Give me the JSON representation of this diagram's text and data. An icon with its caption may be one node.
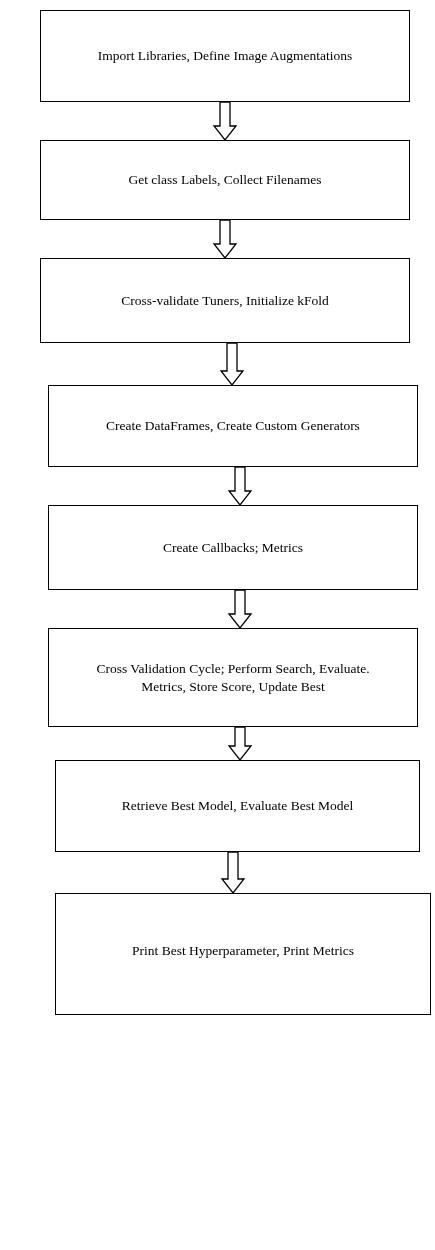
{
  "diagram": {
    "nodes": [
      {
        "text": [
          "Import Libraries, Define Image Augmentations"
        ]
      },
      {
        "text": [
          "Get class Labels, Collect Filenames"
        ]
      },
      {
        "text": [
          "Cross-validate Tuners, Initialize kFold"
        ]
      },
      {
        "text": [
          "Create DataFrames, Create Custom Generators"
        ]
      },
      {
        "text": [
          "Create Callbacks; Metrics"
        ]
      },
      {
        "text": [
          "Cross Validation Cycle; Perform Search, Evaluate. Metrics, Store Score, Update Best"
        ]
      },
      {
        "text": [
          "Retrieve Best Model, Evaluate Best Model"
        ]
      },
      {
        "text": [
          "Print Best Hyperparameter, Print Metrics"
        ]
      }
    ],
    "edges": [
      {
        "from": 0,
        "to": 1,
        "arrow": "to"
      },
      {
        "from": 1,
        "to": 2,
        "arrow": "to"
      },
      {
        "from": 2,
        "to": 3,
        "arrow": "to"
      },
      {
        "from": 3,
        "to": 4,
        "arrow": "to"
      },
      {
        "from": 4,
        "to": 5,
        "arrow": "to"
      },
      {
        "from": 5,
        "to": 6,
        "arrow": "to"
      },
      {
        "from": 6,
        "to": 7,
        "arrow": "to"
      }
    ]
  }
}
